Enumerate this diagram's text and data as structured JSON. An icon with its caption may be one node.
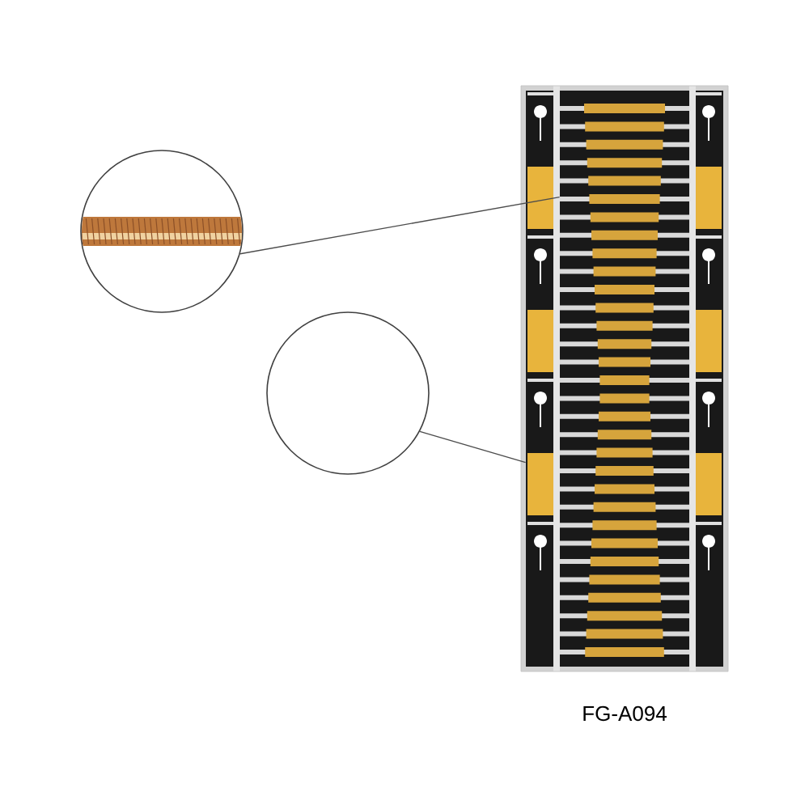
{
  "diagram": {
    "nodes": [
      {
        "text": [],
        "shape": "circle"
      },
      {
        "text": [],
        "shape": "circle"
      },
      {
        "text": [],
        "shape": "picture"
      }
    ],
    "edges": [
      {
        "from": 0,
        "to": 2,
        "arrow": "none"
      },
      {
        "from": 1,
        "to": 2,
        "arrow": "none"
      }
    ],
    "labels": [
      "FG-A094"
    ]
  }
}
